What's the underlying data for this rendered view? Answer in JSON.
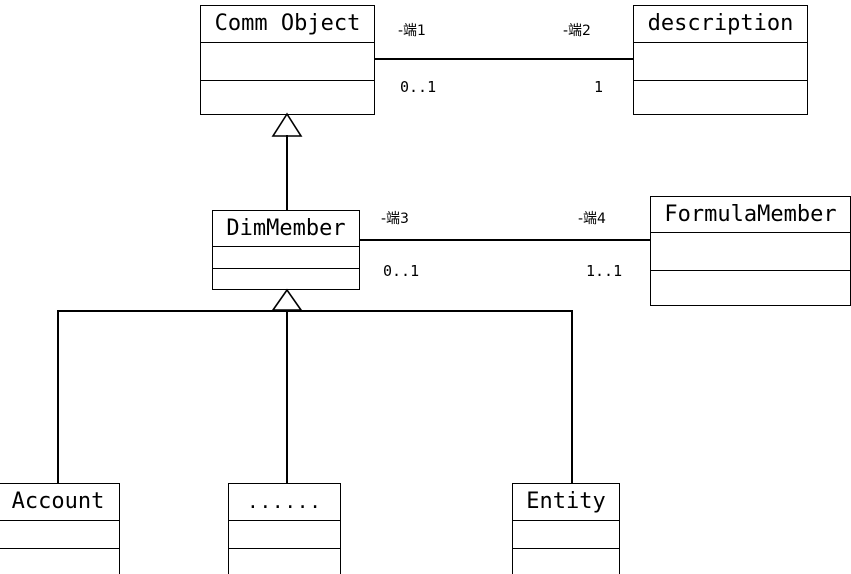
{
  "diagram": {
    "type": "uml-class-diagram",
    "title": "",
    "classes": [
      {
        "id": "comm_object",
        "name": "Comm Object",
        "compartments": 3
      },
      {
        "id": "description",
        "name": "description",
        "compartments": 3
      },
      {
        "id": "dim_member",
        "name": "DimMember",
        "compartments": 3
      },
      {
        "id": "formula_member",
        "name": "FormulaMember",
        "compartments": 3
      },
      {
        "id": "account",
        "name": "Account",
        "compartments": 3
      },
      {
        "id": "ellipsis",
        "name": "......",
        "compartments": 3
      },
      {
        "id": "entity",
        "name": "Entity",
        "compartments": 3
      }
    ],
    "associations": [
      {
        "id": "assoc_1",
        "from": "comm_object",
        "to": "description",
        "source_role": "-端1",
        "target_role": "-端2",
        "source_multiplicity": "0..1",
        "target_multiplicity": "1"
      },
      {
        "id": "assoc_2",
        "from": "dim_member",
        "to": "formula_member",
        "source_role": "-端3",
        "target_role": "-端4",
        "source_multiplicity": "0..1",
        "target_multiplicity": "1..1"
      }
    ],
    "generalizations": [
      {
        "id": "gen_1",
        "child": "dim_member",
        "parent": "comm_object"
      },
      {
        "id": "gen_2",
        "child": "account",
        "parent": "dim_member"
      },
      {
        "id": "gen_3",
        "child": "ellipsis",
        "parent": "dim_member"
      },
      {
        "id": "gen_4",
        "child": "entity",
        "parent": "dim_member"
      }
    ],
    "colors": {
      "line": "#000000",
      "fill": "#ffffff",
      "text": "#000000"
    }
  }
}
